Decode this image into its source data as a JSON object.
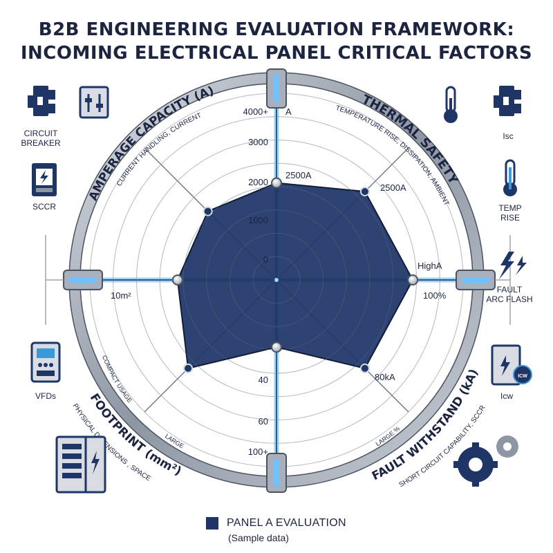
{
  "title": {
    "line1": "B2B ENGINEERING EVALUATION FRAMEWORK:",
    "line2": "INCOMING ELECTRICAL PANEL CRITICAL FACTORS"
  },
  "axes": {
    "amperage": {
      "label": "AMPERAGE CAPACITY (A)",
      "sublabel": "CURRENT HANDLING, CURRENT"
    },
    "thermal": {
      "label": "THERMAL SAFETY",
      "sublabel": "TEMPERATURE RISE, DISSIPATION, AMBIENT"
    },
    "fault": {
      "label": "FAULT WITHSTAND (kA)",
      "sublabel": "SHORT CIRCUIT CAPABILITY, SCCR",
      "hint": "LARGE %"
    },
    "footprint": {
      "label": "FOOTPRINT (mm²)",
      "sublabel": "PHYSICAL DIMENSIONS , SPACE",
      "hint_inner": "COMPACT USAGE",
      "hint_outer": "LARGE"
    }
  },
  "scale_labels": {
    "up": [
      "0",
      "1000",
      "2000",
      "3000",
      "4000+"
    ],
    "down": [
      "40",
      "60",
      "100+"
    ],
    "unit_a": "A"
  },
  "point_labels": {
    "top": "2500A",
    "upper_right": "2500A",
    "right_top": "HighA",
    "right_bottom": "100%",
    "left": "10m²",
    "lower_right": "80kA"
  },
  "side_items": {
    "left": [
      {
        "label": "CIRCUIT\nBREAKER",
        "icon": "circuit-breaker-icon"
      },
      {
        "label": "",
        "icon": "control-panel-icon"
      },
      {
        "label": "SCCR",
        "icon": "sccr-icon"
      },
      {
        "label": "VFDs",
        "icon": "vfd-icon"
      },
      {
        "label": "",
        "icon": "switchgear-cabinet-icon"
      }
    ],
    "right": [
      {
        "label": "",
        "icon": "thermometer-icon"
      },
      {
        "label": "Isc",
        "icon": "breaker-isc-icon"
      },
      {
        "label": "TEMP\nRISE",
        "icon": "temp-rise-icon"
      },
      {
        "label": "FAULT\nARC FLASH",
        "icon": "arc-flash-icon"
      },
      {
        "label": "Icw",
        "icon": "icw-icon",
        "badge": "ICW"
      },
      {
        "label": "",
        "icon": "gears-icon"
      }
    ]
  },
  "chart_data": {
    "type": "radar",
    "axes_order": [
      "N",
      "NE",
      "E",
      "SE",
      "S",
      "SW",
      "W",
      "NW"
    ],
    "series": [
      {
        "name": "PANEL A EVALUATION",
        "values": [
          0.52,
          0.67,
          0.73,
          0.67,
          0.36,
          0.67,
          0.53,
          0.52
        ]
      }
    ],
    "rings": 8,
    "colors": {
      "fill": "#1e3566",
      "ring": "#a8b1bf",
      "axis_glow": "#3a9ad9",
      "frame": "#6f7884"
    }
  },
  "legend": {
    "label": "PANEL A EVALUATION",
    "note": "(Sample data)"
  }
}
